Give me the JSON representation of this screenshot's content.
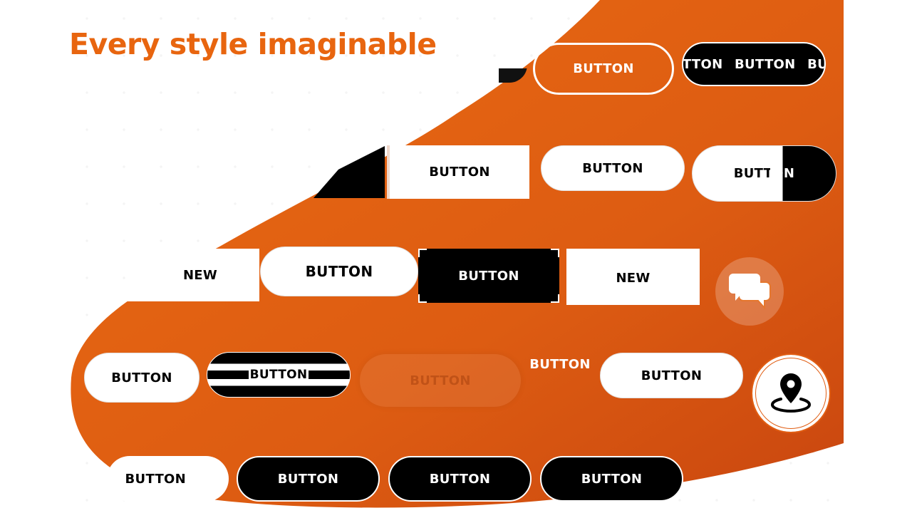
{
  "heading": "Every style imaginable",
  "colors": {
    "accent": "#e8650f",
    "accent_dark": "#c9460f"
  },
  "buttons": {
    "row1": [
      "BUTTON",
      "BUTTON",
      "BUTTON"
    ],
    "row2": [
      "BUTTON",
      "BUTTON",
      "BUTTON"
    ],
    "row3": [
      "NEW",
      "BUTTON",
      "BUTTON",
      "NEW"
    ],
    "row4": [
      "BUTTON",
      "BUTTON",
      "BUTTON",
      "BUTTON",
      "BUTTON"
    ],
    "row5": [
      "BUTTON",
      "BUTTON",
      "BUTTON",
      "BUTTON"
    ],
    "marquee": "BUTTON BUTTON BUTTON"
  },
  "icons": {
    "chat": "chat-bubbles-icon",
    "location": "map-pin-icon"
  }
}
